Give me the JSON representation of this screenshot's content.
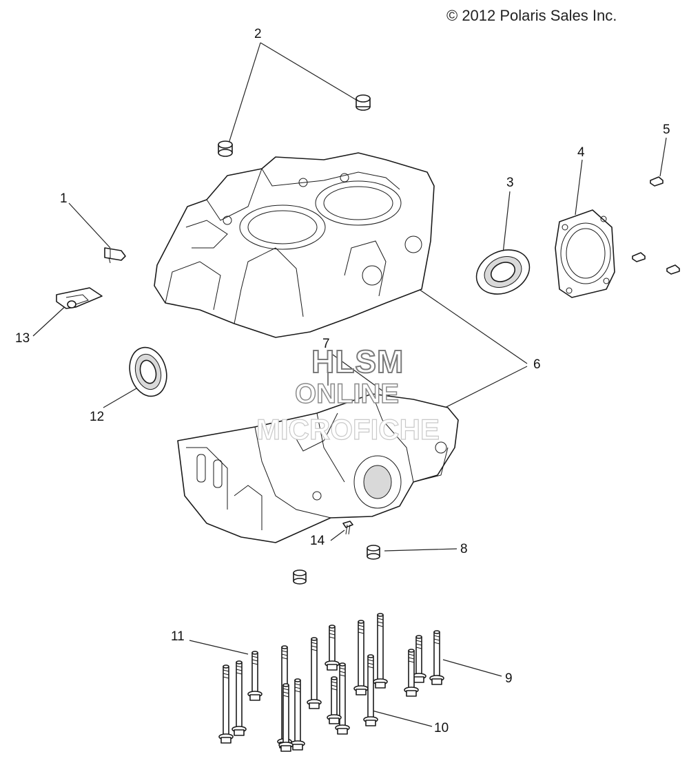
{
  "copyright": "© 2012 Polaris Sales Inc.",
  "watermark": {
    "line1": "HLSM",
    "line2": "ONLINE",
    "line3": "MICROFICHE"
  },
  "callouts": {
    "c1": "1",
    "c2": "2",
    "c3": "3",
    "c4": "4",
    "c5": "5",
    "c6": "6",
    "c7": "7",
    "c8": "8",
    "c9": "9",
    "c10": "10",
    "c11": "11",
    "c12": "12",
    "c13": "13",
    "c14": "14"
  }
}
